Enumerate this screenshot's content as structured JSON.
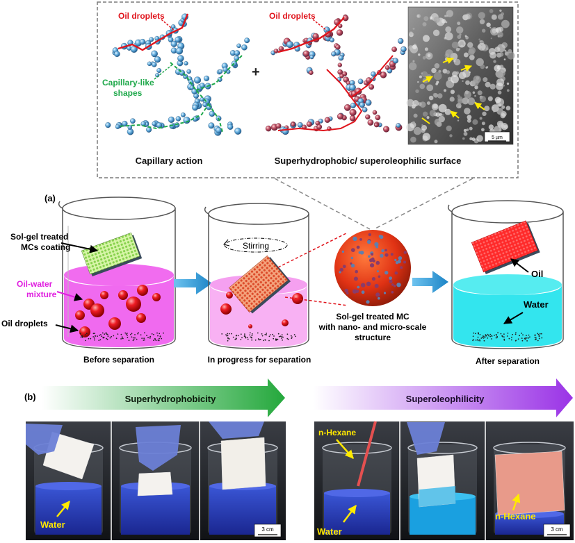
{
  "top_panel": {
    "oil_droplets_label_1": "Oil droplets",
    "oil_droplets_label_2": "Oil droplets",
    "capillary_label_line1": "Capillary-like",
    "capillary_label_line2": "shapes",
    "plus_sign": "+",
    "scale_bar_sem": "5 µm",
    "caption_left": "Capillary action",
    "caption_right": "Superhydrophobic/ superoleophilic surface"
  },
  "panel_a": {
    "panel_label": "(a)",
    "coating_label_line1": "Sol-gel treated",
    "coating_label_line2": "MCs coating",
    "mixture_label_line1": "Oil-water",
    "mixture_label_line2": "mixture",
    "oil_droplets_label": "Oil droplets",
    "stirring_label": "Stirring",
    "mc_label_line1": "Sol-gel treated MC",
    "mc_label_line2": "with nano- and micro-scale",
    "mc_label_line3": "structure",
    "oil_label": "Oil",
    "water_label": "Water",
    "caption_before": "Before separation",
    "caption_progress": "In progress for separation",
    "caption_after": "After separation"
  },
  "panel_b": {
    "panel_label": "(b)",
    "arrow_left_label": "Superhydrophobicity",
    "arrow_right_label": "Superoleophilicity",
    "photo_water_label": "Water",
    "photo_scale_left": "3 cm",
    "photo_hexane_top": "n-Hexane",
    "photo_water_label_2": "Water",
    "photo_hexane_right": "n-Hexane",
    "photo_scale_right": "3 cm"
  },
  "colors": {
    "oil_red": "#e0141c",
    "capillary_green": "#1ea84a",
    "mixture_magenta": "#ee22ee",
    "water_cyan": "#33e5ee",
    "pink_liquid": "#f7a3f2",
    "arrow_blue": "#2a97d4",
    "green_arrow": "#2fb24a",
    "purple_arrow": "#a13be0"
  }
}
